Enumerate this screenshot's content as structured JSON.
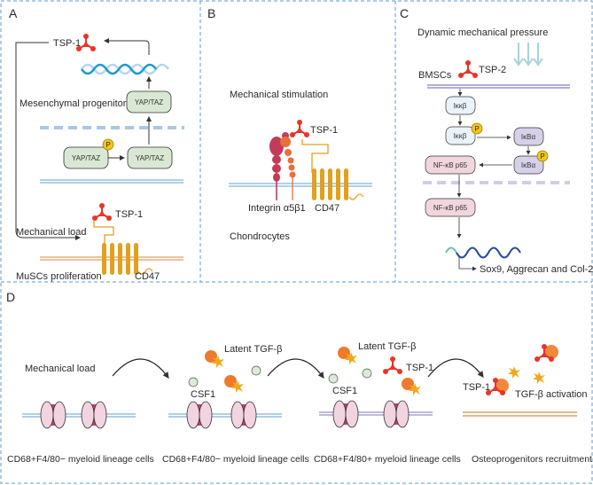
{
  "panels": {
    "A": {
      "letter": "A",
      "tsp_top": "TSP-1",
      "mesenchymal": "Mesenchymal progenitors",
      "yap_nuclear": "YAP/TAZ",
      "yap_p": "YAP/TAZ",
      "yap_dephos": "YAP/TAZ",
      "phospho": "P",
      "tsp_bottom": "TSP-1",
      "mech_load": "Mechanical load",
      "muscs": "MuSCs proliferation",
      "cd47": "CD47"
    },
    "B": {
      "letter": "B",
      "mech_stim": "Mechanical stimulation",
      "tsp": "TSP-1",
      "integrin": "Integrin α5β1",
      "cd47": "CD47",
      "chondrocytes": "Chondrocytes"
    },
    "C": {
      "letter": "C",
      "pressure": "Dynamic mechanical pressure",
      "bmscs": "BMSCs",
      "tsp": "TSP-2",
      "ikkb1": "Iκκβ",
      "ikkb2": "Iκκβ",
      "ikba1": "IκBα",
      "ikba2": "IκBα",
      "nfkb1": "NF-κB p65",
      "nfkb2": "NF-κB p65",
      "phospho": "P",
      "genes": "Sox9, Aggrecan and Col-2"
    },
    "D": {
      "letter": "D",
      "mech_load": "Mechanical load",
      "latent1": "Latent TGF-β",
      "csf1_1": "CSF1",
      "latent2": "Latent TGF-β",
      "tsp_mid": "TSP-1",
      "csf1_2": "CSF1",
      "tsp_right": "TSP-1",
      "tgf_activation": "TGF-β activation",
      "cap1": "CD68+F4/80− myeloid lineage cells",
      "cap2": "CD68+F4/80− myeloid lineage cells",
      "cap3": "CD68+F4/80+ myeloid lineage cells",
      "cap4": "Osteoprogenitors recruitment"
    }
  },
  "colors": {
    "border": "#5b9bd5",
    "membrane_blue": "#7fb3d8",
    "membrane_purple": "#9b8fc8",
    "membrane_orange": "#e0a060",
    "tsp_red": "#e8342a",
    "cd47_gold": "#e0a020",
    "yap_fill": "#d9e8d2",
    "ikkb_fill": "#eaf3fa",
    "ikba_fill": "#d6d0e8",
    "nfkb_fill": "#f1d6de",
    "phospho": "#f2c51a"
  }
}
